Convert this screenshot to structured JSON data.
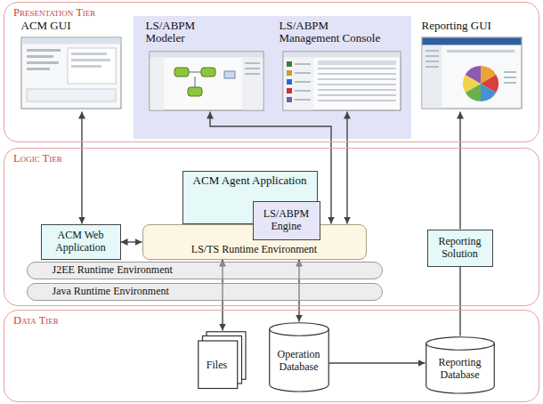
{
  "diagram": {
    "nodes": [
      {
        "text": [
          "Presentation Tier"
        ]
      },
      {
        "text": [
          "ACM GUI"
        ],
        "in": 0
      },
      {
        "text": [
          "LS/ABPM Modeler"
        ],
        "in": 0
      },
      {
        "text": [
          "LS/ABPM Management Console"
        ],
        "in": 0
      },
      {
        "text": [
          "Reporting GUI"
        ],
        "in": 0
      },
      {
        "text": [
          "Logic Tier"
        ]
      },
      {
        "text": [
          "ACM Agent Application"
        ],
        "in": 5
      },
      {
        "text": [
          "LS/ABPM Engine"
        ],
        "in": 5
      },
      {
        "text": [
          "ACM Web Application"
        ],
        "in": 5
      },
      {
        "text": [
          "LS/TS Runtime Environment"
        ],
        "in": 5
      },
      {
        "text": [
          "J2EE Runtime Environment"
        ],
        "in": 5
      },
      {
        "text": [
          "Java Runtime Environment"
        ],
        "in": 5
      },
      {
        "text": [
          "Reporting Solution"
        ],
        "in": 5
      },
      {
        "text": [
          "Data Tier"
        ]
      },
      {
        "text": [
          "Files"
        ],
        "in": 13
      },
      {
        "text": [
          "Operation Database"
        ],
        "in": 13
      },
      {
        "text": [
          "Reporting Database"
        ],
        "in": 13
      }
    ],
    "edges": [
      {
        "from": 1,
        "to": 8,
        "arrow": "both"
      },
      {
        "from": 8,
        "to": 9,
        "arrow": "both"
      },
      {
        "from": 2,
        "to": 9,
        "arrow": "both"
      },
      {
        "from": 3,
        "to": 9,
        "arrow": "both"
      },
      {
        "from": 12,
        "to": 4,
        "arrow": "to"
      },
      {
        "from": 9,
        "to": 14,
        "arrow": "both"
      },
      {
        "from": 9,
        "to": 15,
        "arrow": "both"
      },
      {
        "from": 15,
        "to": 16,
        "arrow": "to"
      },
      {
        "from": 12,
        "to": 16,
        "arrow": "none"
      }
    ]
  }
}
